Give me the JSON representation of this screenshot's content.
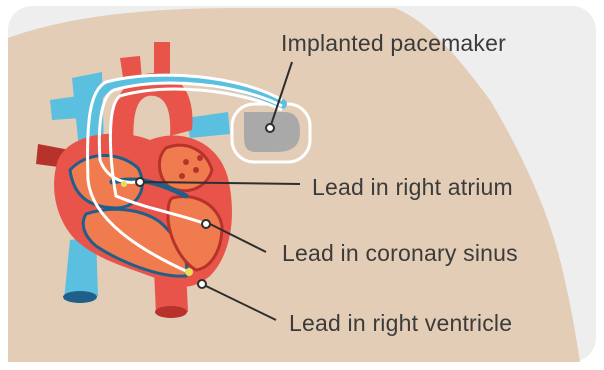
{
  "labels": {
    "pacemaker": "Implanted pacemaker",
    "right_atrium": "Lead in right atrium",
    "coronary_sinus": "Lead in coronary sinus",
    "right_ventricle": "Lead in right ventricle"
  },
  "colors": {
    "page_background": "#ffffff",
    "panel_background": "#eeeeee",
    "skin": "#e3cdb6",
    "heart_red": "#e8544a",
    "heart_dark_red": "#b8322c",
    "muscle_orange": "#f07b4f",
    "vein_blue": "#5bbfe0",
    "deep_blue": "#1f5f8a",
    "pacemaker_gray": "#a9a9a9",
    "lead_white": "#ffffff",
    "callout_line": "#2e2e2e",
    "label_text": "#3b3b3b",
    "electrode_yellow": "#e9dd5a"
  },
  "icons": {
    "heart": "anatomical-heart-icon",
    "pacemaker": "pacemaker-device-icon"
  }
}
